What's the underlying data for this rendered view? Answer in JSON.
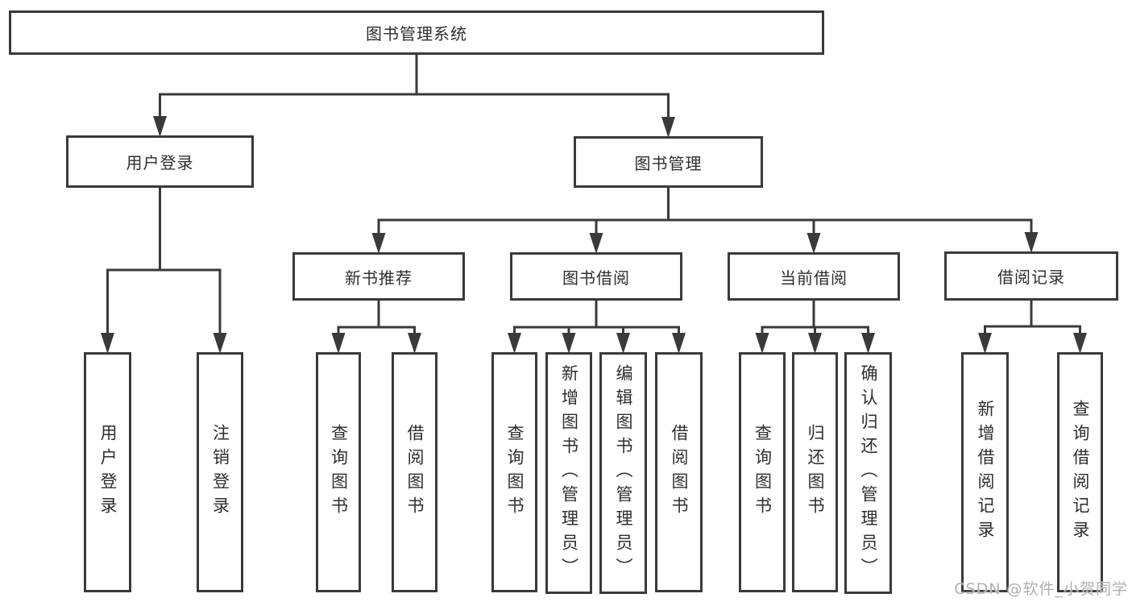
{
  "diagram": {
    "title": "图书管理系统",
    "watermark": "CSDN @软件_小贺同学",
    "colors": {
      "line": "#3a3a3a",
      "text": "#2e2e2e",
      "background": "#ffffff",
      "watermark": "#b0b0b0"
    },
    "nodes": [
      {
        "id": "root",
        "label": "图书管理系统",
        "level": 1
      },
      {
        "id": "user-login",
        "label": "用户登录",
        "level": 2
      },
      {
        "id": "book-mgmt",
        "label": "图书管理",
        "level": 2
      },
      {
        "id": "new-book-recommend",
        "label": "新书推荐",
        "level": 3
      },
      {
        "id": "book-borrow",
        "label": "图书借阅",
        "level": 3
      },
      {
        "id": "current-borrow",
        "label": "当前借阅",
        "level": 3
      },
      {
        "id": "borrow-record",
        "label": "借阅记录",
        "level": 3
      },
      {
        "id": "leaf-user-login",
        "label": "用户登录",
        "level": 4
      },
      {
        "id": "leaf-logout",
        "label": "注销登录",
        "level": 4
      },
      {
        "id": "leaf-nb-query",
        "label": "查询图书",
        "level": 4
      },
      {
        "id": "leaf-nb-borrow",
        "label": "借阅图书",
        "level": 4
      },
      {
        "id": "leaf-bb-query",
        "label": "查询图书",
        "level": 4
      },
      {
        "id": "leaf-bb-add",
        "label": "新增图书（管理员）",
        "level": 4
      },
      {
        "id": "leaf-bb-edit",
        "label": "编辑图书（管理员）",
        "level": 4
      },
      {
        "id": "leaf-bb-borrow",
        "label": "借阅图书",
        "level": 4
      },
      {
        "id": "leaf-cb-query",
        "label": "查询图书",
        "level": 4
      },
      {
        "id": "leaf-cb-return",
        "label": "归还图书",
        "level": 4
      },
      {
        "id": "leaf-cb-confirm",
        "label": "确认归还（管理员）",
        "level": 4
      },
      {
        "id": "leaf-br-add",
        "label": "新增借阅记录",
        "level": 4
      },
      {
        "id": "leaf-br-query",
        "label": "查询借阅记录",
        "level": 4
      }
    ],
    "edges": [
      {
        "from": "root",
        "to": [
          "user-login",
          "book-mgmt"
        ]
      },
      {
        "from": "user-login",
        "to": [
          "leaf-user-login",
          "leaf-logout"
        ]
      },
      {
        "from": "book-mgmt",
        "to": [
          "new-book-recommend",
          "book-borrow",
          "current-borrow",
          "borrow-record"
        ]
      },
      {
        "from": "new-book-recommend",
        "to": [
          "leaf-nb-query",
          "leaf-nb-borrow"
        ]
      },
      {
        "from": "book-borrow",
        "to": [
          "leaf-bb-query",
          "leaf-bb-add",
          "leaf-bb-edit",
          "leaf-bb-borrow"
        ]
      },
      {
        "from": "current-borrow",
        "to": [
          "leaf-cb-query",
          "leaf-cb-return",
          "leaf-cb-confirm"
        ]
      },
      {
        "from": "borrow-record",
        "to": [
          "leaf-br-add",
          "leaf-br-query"
        ]
      }
    ]
  }
}
